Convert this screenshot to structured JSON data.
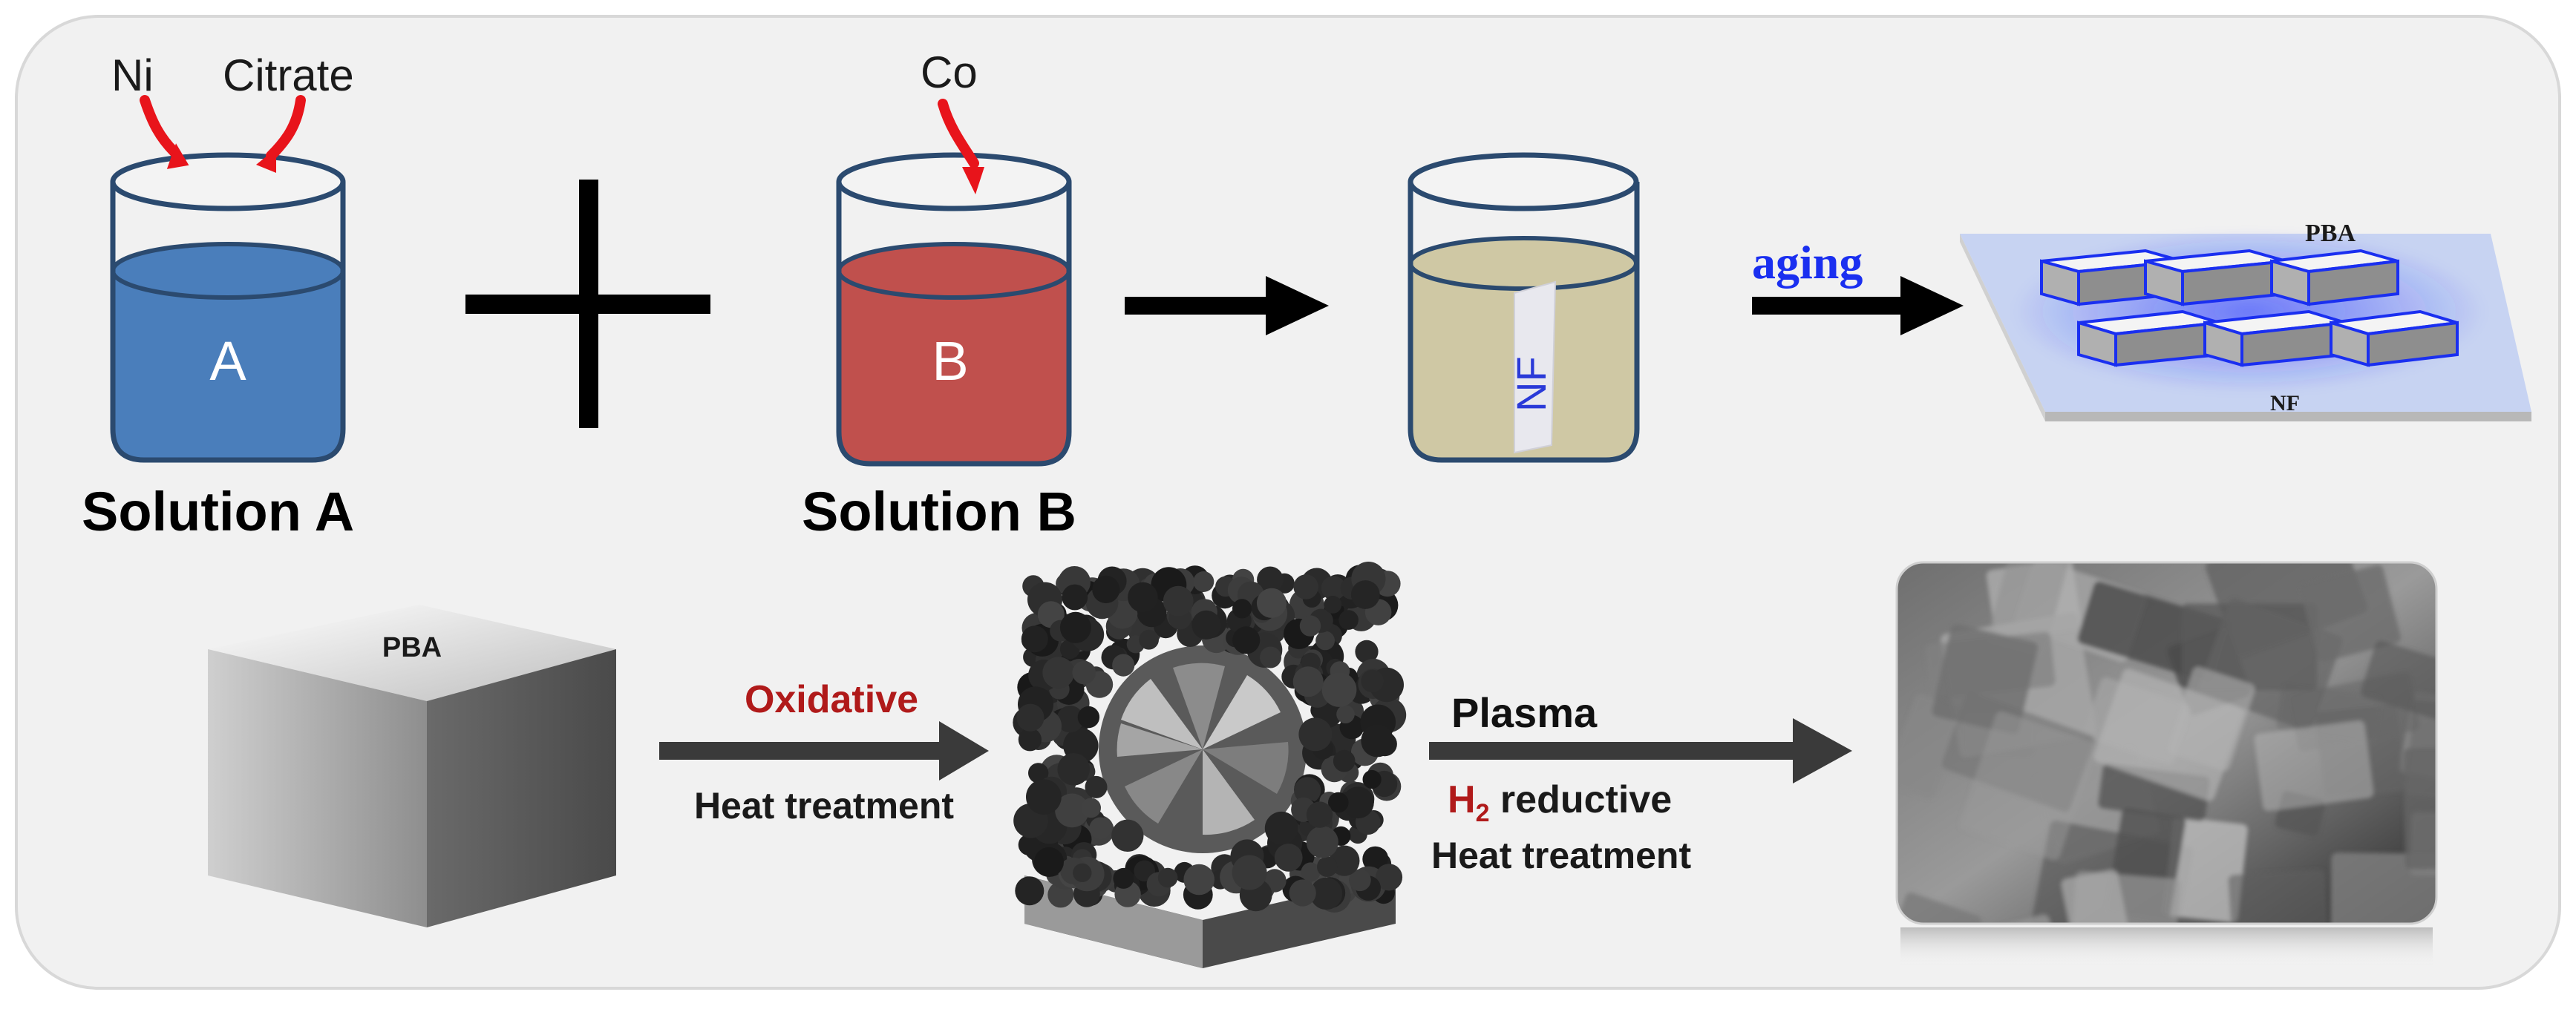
{
  "top_row": {
    "beaker_a": {
      "inputs": [
        "Ni",
        "Citrate"
      ],
      "letter": "A",
      "caption": "Solution A"
    },
    "beaker_b": {
      "inputs": [
        "Co"
      ],
      "letter": "B",
      "caption": "Solution B"
    },
    "beaker_c": {
      "strip_label": "NF"
    },
    "aging_label": "aging",
    "film": {
      "pba_label": "PBA",
      "nf_label": "NF"
    }
  },
  "bottom_row": {
    "cube_label": "PBA",
    "step1": {
      "top": "Oxidative",
      "bottom": "Heat treatment"
    },
    "step2": {
      "top": "Plasma",
      "h2": "H",
      "h2_sub": "2",
      "line2_rest": " reductive",
      "line3": "Heat treatment"
    }
  },
  "colors": {
    "solution_a": "#4a7ebb",
    "solution_b": "#c0504d",
    "solution_c": "#cfc8a4",
    "beaker_outline": "#2b4a6f",
    "red_arrow": "#e8141b",
    "accent_blue": "#1a2ff0",
    "accent_red": "#b01a1a",
    "arrow_dark": "#3a3a3a",
    "panel_bg": "#f1f1f1"
  }
}
